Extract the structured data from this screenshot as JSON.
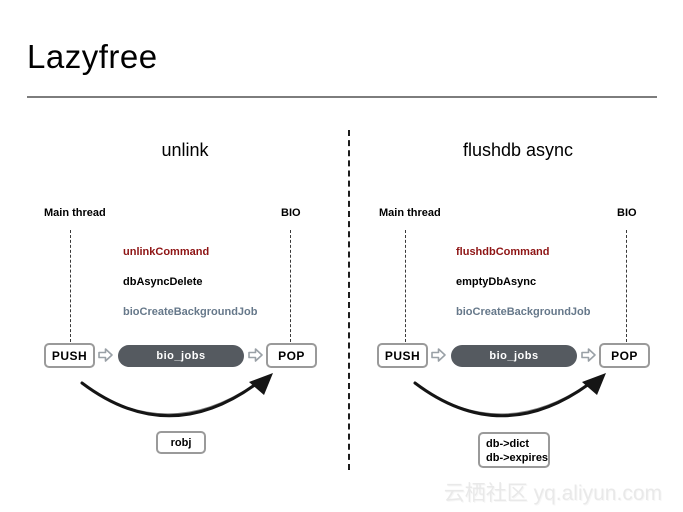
{
  "page": {
    "title": "Lazyfree"
  },
  "watermark": {
    "text": "云栖社区 yq.aliyun.com"
  },
  "colors": {
    "command_text": "#8e1414",
    "delete_text": "#000000",
    "bio_text": "#66788a",
    "queue_fill": "#555a60",
    "queue_text": "#ffffff",
    "box_border": "#9a9a9a",
    "divider": "#1c1c1c"
  },
  "icons": {
    "flow_arrow": "rightwards-white-arrow",
    "curved_arrow": "hand-drawn-curved-arrow"
  },
  "panels": [
    {
      "title": "unlink",
      "lane_left": "Main thread",
      "lane_right": "BIO",
      "steps": {
        "command": "unlinkCommand",
        "delete": "dbAsyncDelete",
        "bio": "bioCreateBackgroundJob"
      },
      "push": "PUSH",
      "queue": "bio_jobs",
      "pop": "POP",
      "result_lines": [
        "robj"
      ]
    },
    {
      "title": "flushdb async",
      "lane_left": "Main thread",
      "lane_right": "BIO",
      "steps": {
        "command": "flushdbCommand",
        "delete": "emptyDbAsync",
        "bio": "bioCreateBackgroundJob"
      },
      "push": "PUSH",
      "queue": "bio_jobs",
      "pop": "POP",
      "result_lines": [
        "db->dict",
        "db->expires"
      ]
    }
  ]
}
